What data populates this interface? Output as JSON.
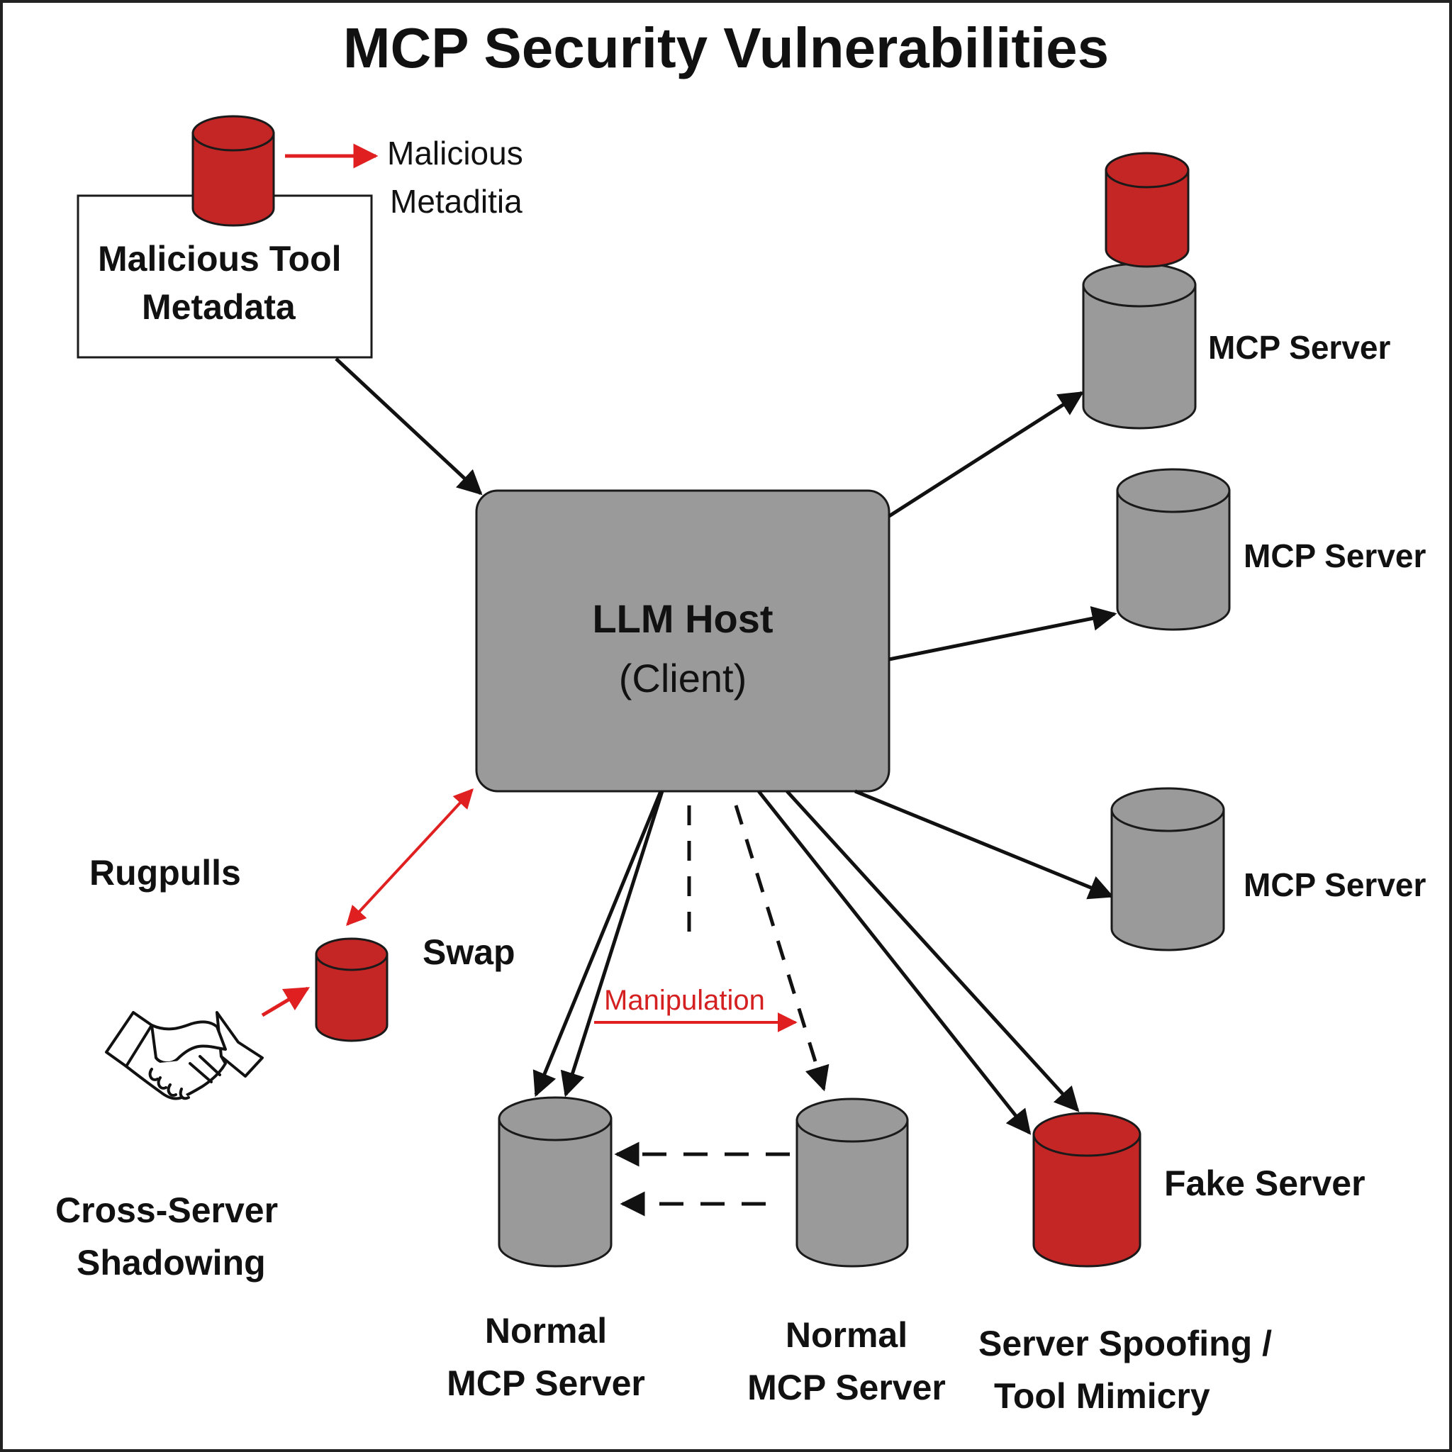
{
  "title": "MCP Security Vulnerabilities",
  "colors": {
    "server_gray": "#9a9a9a",
    "malicious_red": "#c42525",
    "arrow_black": "#111111",
    "arrow_red": "#e02020",
    "outline": "#1a1a1a"
  },
  "llm_host": {
    "line1": "LLM Host",
    "line2": "(Client)"
  },
  "malicious_tool": {
    "line1": "Malicious Tool",
    "line2": "Metadata"
  },
  "malicious_meta": {
    "line1": "Malicious",
    "line2": "Metaditia"
  },
  "mcp_server_label": "MCP Server",
  "rugpulls": "Rugpulls",
  "swap": "Swap",
  "cross_server": {
    "line1": "Cross-Server",
    "line2": "Shadowing"
  },
  "manipulation": "Manipulation",
  "normal_server": {
    "line1": "Normal",
    "line2": "MCP Server"
  },
  "fake_server": "Fake Server",
  "spoofing": {
    "line1": "Server Spoofing /",
    "line2": "Tool Mimicry"
  },
  "icons": [
    "database-icon",
    "handshake-icon"
  ]
}
